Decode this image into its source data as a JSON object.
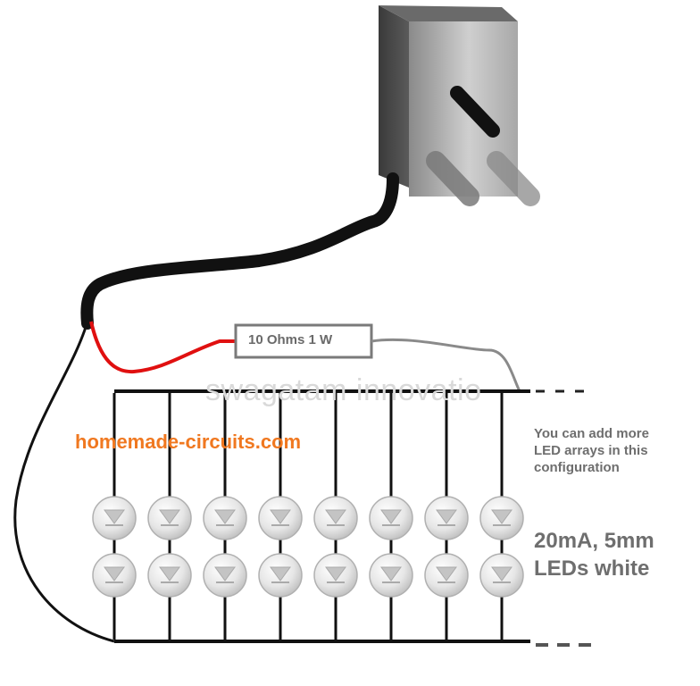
{
  "resistor": {
    "label": "10 Ohms 1 W"
  },
  "watermark": "swagatam innovatio",
  "site": "homemade-circuits.com",
  "note_lines": [
    "You can add more",
    "LED arrays in this",
    "configuration"
  ],
  "led_spec_lines": [
    "20mA, 5mm",
    "LEDs white"
  ],
  "led_grid": {
    "columns": 8,
    "rows": 2
  },
  "colors": {
    "positive_wire": "#e01010",
    "cable": "#111111",
    "resistor_wire": "#8a8a8a",
    "adapter_body": "#3a3a3a",
    "led_body": "#dcdcdc",
    "site_text": "#f07820",
    "label_text": "#6e6e6e"
  }
}
